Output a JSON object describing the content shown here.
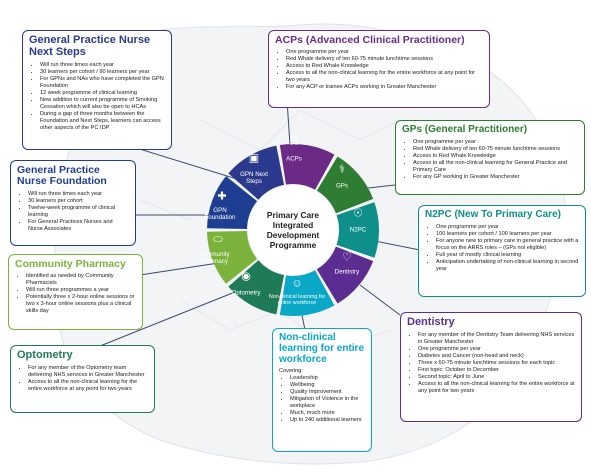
{
  "colors": {
    "gpn_next": "#2b3a8c",
    "acps": "#6b2a86",
    "gps": "#2e7d32",
    "n2pc": "#0e8f8a",
    "dentistry": "#5c2d91",
    "nonclinical": "#0aa7c7",
    "optometry": "#1f7a58",
    "community": "#7bb23b",
    "foundation": "#1e3f91",
    "connector": "#3a4a6e"
  },
  "center": {
    "title": "Primary Care Integrated Development Programme"
  },
  "wheel": {
    "gpn_next": {
      "label": "GPN Next Steps",
      "icon": "person-board-icon"
    },
    "acps": {
      "label": "ACPs",
      "icon": "clipboard-icon"
    },
    "gps": {
      "label": "GPs",
      "icon": "stethoscope-icon"
    },
    "n2pc": {
      "label": "N2PC",
      "icon": "group-icon"
    },
    "dentistry": {
      "label": "Dentistry",
      "icon": "tooth-icon"
    },
    "nonclinical": {
      "label": "Non-clinical learning for entire workforce",
      "icon": "people-icon"
    },
    "optometry": {
      "label": "Optometry",
      "icon": "eye-icon"
    },
    "community": {
      "label": "Community Pharmacy",
      "icon": "pill-icon"
    },
    "foundation": {
      "label": "GPN Foundation",
      "icon": "nurse-icon"
    }
  },
  "boxes": {
    "gpn_next": {
      "title": "General Practice Nurse Next Steps",
      "items": [
        "Will run three times each year",
        "30 learners per cohort / 90 learners per year",
        "For GPNs and NAs who have completed the GPN Foundation",
        "12 week programme of clinical learning",
        "New addition to current programme of Smoking Cessation which will also be open to HCAs",
        "During a gap of three months between the Foundation and Next Steps, learners can access other aspects of the PC IDP"
      ]
    },
    "acps": {
      "title": "ACPs (Advanced Clinical Practitioner)",
      "items": [
        "One programme per year",
        "Red Whale delivery of ten 60-75 minute lunchtime sessions",
        "Access to Red Whale Knowledge",
        "Access to all the non-clinical learning for the entire workforce at any point for two years",
        "For any ACP or trainee ACPs working in Greater Manchester"
      ]
    },
    "gps": {
      "title": "GPs (General Practitioner)",
      "items": [
        "One programme per year",
        "Red Whale delivery of ten 60-75 minute lunchtime sessions",
        "Access to Red Whale Knowledge",
        "Access to all the non-clinical learning for General Practice and Primary Care",
        "For any GP working in Greater Manchester"
      ]
    },
    "foundation": {
      "title": "General Practice Nurse Foundation",
      "items": [
        "Will run three times each year",
        "30 learners per cohort",
        "Twelve-week programme of clinical learning",
        "For General Practices Nurses and Nurse Associates"
      ]
    },
    "n2pc": {
      "title": "N2PC (New To Primary Care)",
      "items": [
        "One programme per year",
        "100 learners per cohort / 100 learners per year",
        "For anyone new to primary care in general practice with a focus on the ARRS roles – (GPs not eligible)",
        "Full year of mostly clinical learning",
        "Anticipation undertaking of non-clinical learning in second year"
      ]
    },
    "community": {
      "title": "Community Pharmacy",
      "items": [
        "Identified as needed by Community Pharmacists",
        "Will run three programmes a year",
        "Potentially three x 2-hour online sessions or two x 3-hour online sessions plus a clinical skills day"
      ]
    },
    "dentistry": {
      "title": "Dentistry",
      "items": [
        "For any member of the Dentistry Team delivering NHS services in Greater Manchester",
        "One programme per year",
        "Diabetes and Cancer (non-head and neck)",
        "Three x 60-75 minute lunchtime sessions for each topic",
        "First topic: October to December",
        "Second topic: April to June",
        "Access to all the non-clinical learning for the entire workforce at any point for two years"
      ]
    },
    "optometry": {
      "title": "Optometry",
      "items": [
        "For any member of the Optometry team delivering NHS services in Greater Manchester",
        "Access to all the non-clinical learning for the entire workforce at any point for two years"
      ]
    },
    "nonclinical": {
      "title": "Non-clinical learning for entire workforce",
      "intro": "Covering:",
      "items": [
        "Leadership",
        "Wellbeing",
        "Quality Improvement",
        "Mitigation of Violence in the workplace",
        "Much, much more",
        "Up to 240 additional learners"
      ]
    }
  }
}
